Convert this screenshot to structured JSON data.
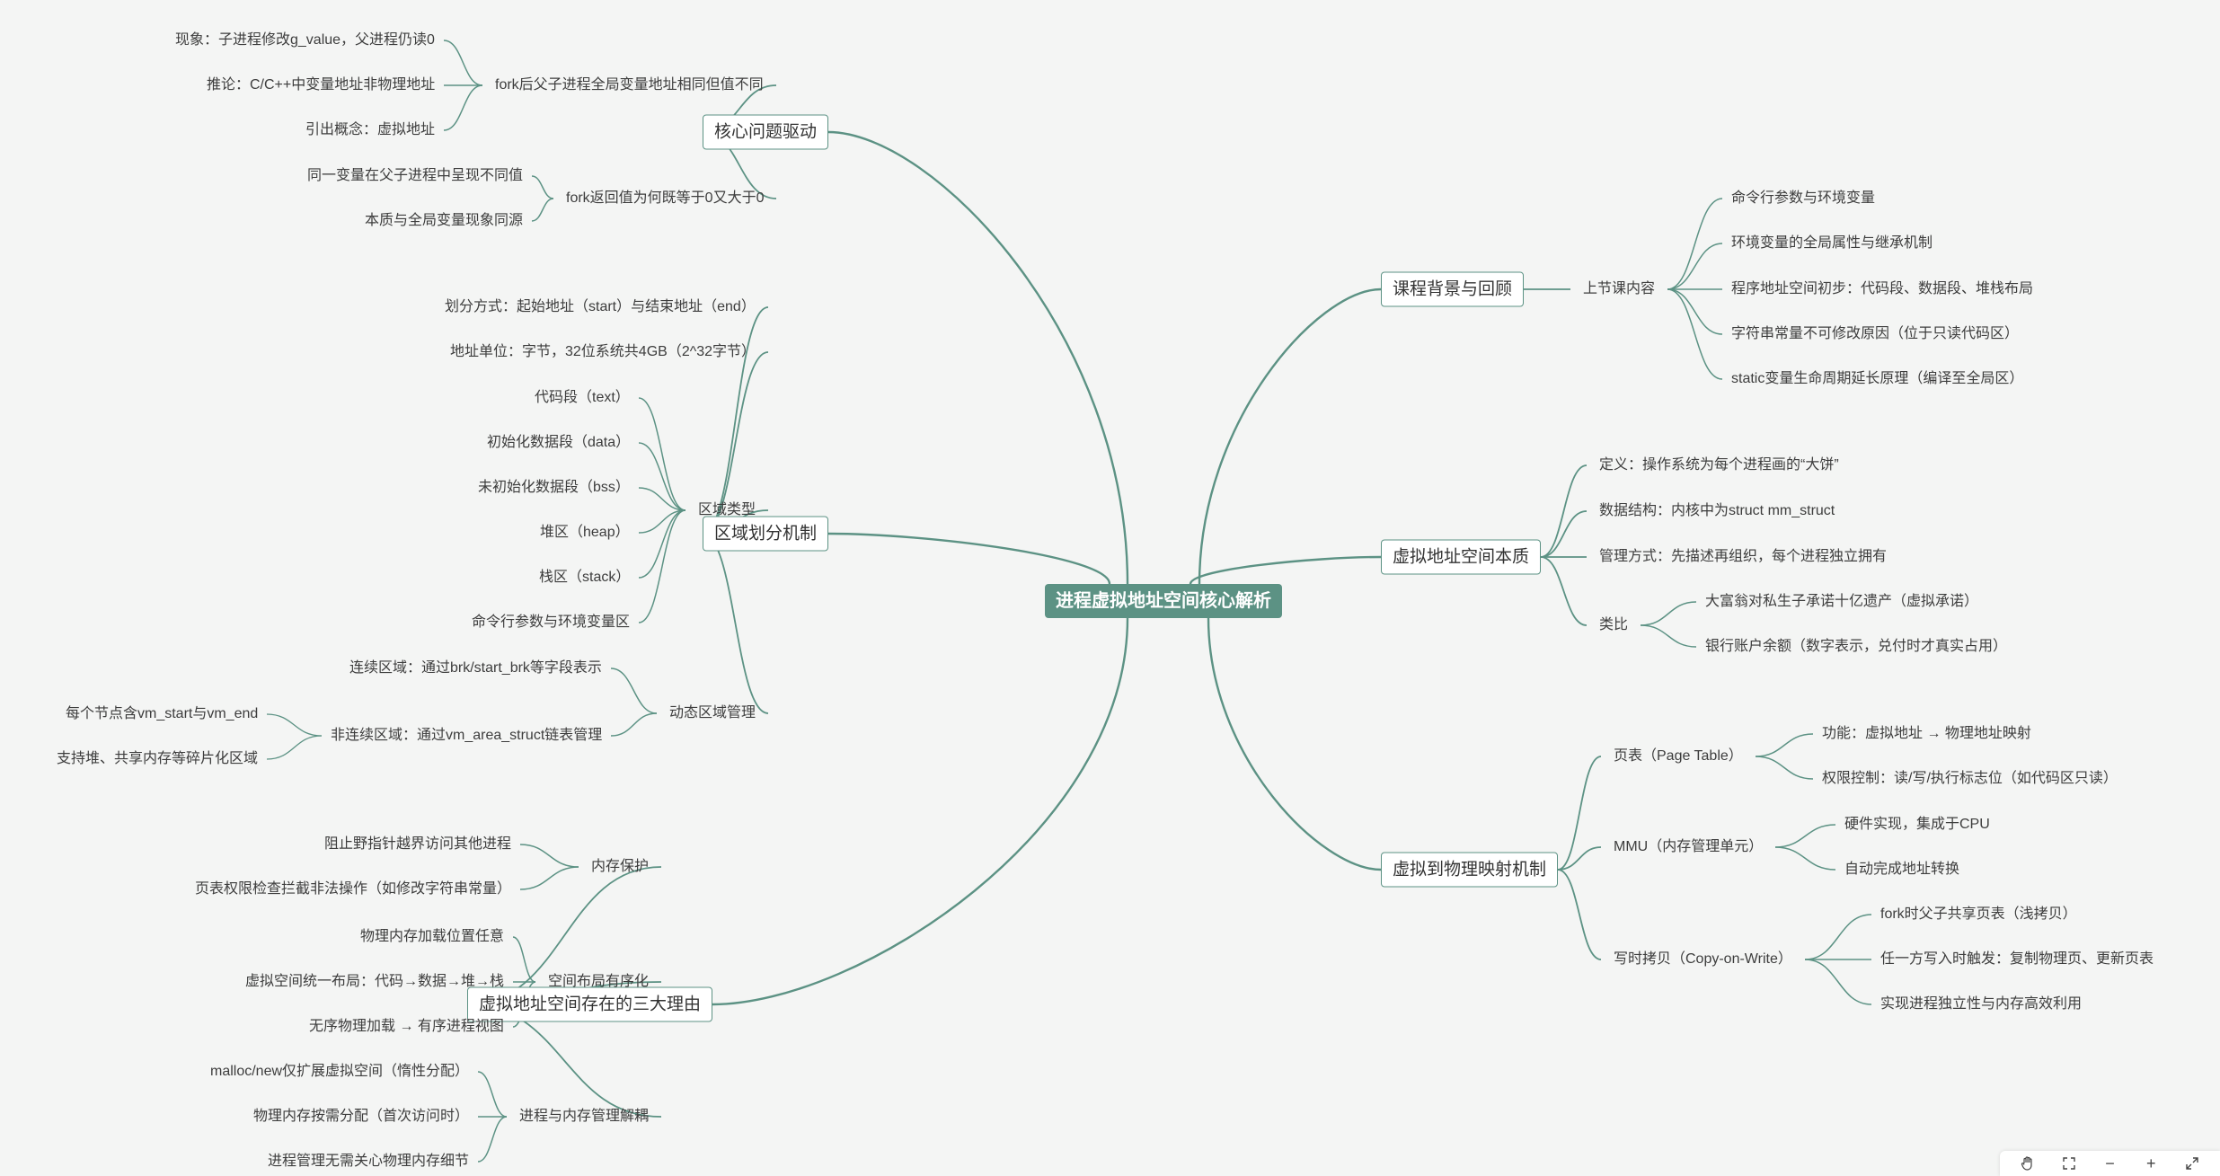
{
  "root": "进程虚拟地址空间核心解析",
  "colors": {
    "accent": "#5c9284",
    "line": "#5c9284",
    "background": "#f4f5f4"
  },
  "branches": [
    {
      "label": "核心问题驱动",
      "side": "left",
      "children": [
        {
          "label": "fork后父子进程全局变量地址相同但值不同",
          "children": [
            {
              "label": "现象：子进程修改g_value，父进程仍读0"
            },
            {
              "label": "推论：C/C++中变量地址非物理地址"
            },
            {
              "label": "引出概念：虚拟地址"
            }
          ]
        },
        {
          "label": "fork返回值为何既等于0又大于0",
          "children": [
            {
              "label": "同一变量在父子进程中呈现不同值"
            },
            {
              "label": "本质与全局变量现象同源"
            }
          ]
        }
      ]
    },
    {
      "label": "区域划分机制",
      "side": "left",
      "children": [
        {
          "label": "划分方式：起始地址（start）与结束地址（end）",
          "children": []
        },
        {
          "label": "地址单位：字节，32位系统共4GB（2^32字节）",
          "children": []
        },
        {
          "label": "区域类型",
          "children": [
            {
              "label": "代码段（text）"
            },
            {
              "label": "初始化数据段（data）"
            },
            {
              "label": "未初始化数据段（bss）"
            },
            {
              "label": "堆区（heap）"
            },
            {
              "label": "栈区（stack）"
            },
            {
              "label": "命令行参数与环境变量区"
            }
          ]
        },
        {
          "label": "动态区域管理",
          "children": [
            {
              "label": "连续区域：通过brk/start_brk等字段表示",
              "children": []
            },
            {
              "label": "非连续区域：通过vm_area_struct链表管理",
              "children": [
                {
                  "label": "每个节点含vm_start与vm_end"
                },
                {
                  "label": "支持堆、共享内存等碎片化区域"
                }
              ]
            }
          ]
        }
      ]
    },
    {
      "label": "虚拟地址空间存在的三大理由",
      "side": "left",
      "children": [
        {
          "label": "内存保护",
          "children": [
            {
              "label": "阻止野指针越界访问其他进程"
            },
            {
              "label": "页表权限检查拦截非法操作（如修改字符串常量）"
            }
          ]
        },
        {
          "label": "空间布局有序化",
          "children": [
            {
              "label": "物理内存加载位置任意"
            },
            {
              "label": "虚拟空间统一布局：代码→数据→堆→栈"
            },
            {
              "label": "无序物理加载 → 有序进程视图"
            }
          ]
        },
        {
          "label": "进程与内存管理解耦",
          "children": [
            {
              "label": "malloc/new仅扩展虚拟空间（惰性分配）"
            },
            {
              "label": "物理内存按需分配（首次访问时）"
            },
            {
              "label": "进程管理无需关心物理内存细节"
            }
          ]
        }
      ]
    },
    {
      "label": "课程背景与回顾",
      "side": "right",
      "children": [
        {
          "label": "上节课内容",
          "children": [
            {
              "label": "命令行参数与环境变量"
            },
            {
              "label": "环境变量的全局属性与继承机制"
            },
            {
              "label": "程序地址空间初步：代码段、数据段、堆栈布局"
            },
            {
              "label": "字符串常量不可修改原因（位于只读代码区）"
            },
            {
              "label": "static变量生命周期延长原理（编译至全局区）"
            }
          ]
        }
      ]
    },
    {
      "label": "虚拟地址空间本质",
      "side": "right",
      "children": [
        {
          "label": "定义：操作系统为每个进程画的“大饼”",
          "children": []
        },
        {
          "label": "数据结构：内核中为struct mm_struct",
          "children": []
        },
        {
          "label": "管理方式：先描述再组织，每个进程独立拥有",
          "children": []
        },
        {
          "label": "类比",
          "children": [
            {
              "label": "大富翁对私生子承诺十亿遗产（虚拟承诺）"
            },
            {
              "label": "银行账户余额（数字表示，兑付时才真实占用）"
            }
          ]
        }
      ]
    },
    {
      "label": "虚拟到物理映射机制",
      "side": "right",
      "children": [
        {
          "label": "页表（Page Table）",
          "children": [
            {
              "label": "功能：虚拟地址 → 物理地址映射"
            },
            {
              "label": "权限控制：读/写/执行标志位（如代码区只读）"
            }
          ]
        },
        {
          "label": "MMU（内存管理单元）",
          "children": [
            {
              "label": "硬件实现，集成于CPU"
            },
            {
              "label": "自动完成地址转换"
            }
          ]
        },
        {
          "label": "写时拷贝（Copy-on-Write）",
          "children": [
            {
              "label": "fork时父子共享页表（浅拷贝）"
            },
            {
              "label": "任一方写入时触发：复制物理页、更新页表"
            },
            {
              "label": "实现进程独立性与内存高效利用"
            }
          ]
        }
      ]
    }
  ],
  "toolbar": {
    "hand": "hand-icon",
    "fit": "fit-screen-icon",
    "zoom_out": "−",
    "zoom_in": "+",
    "fullscreen": "fullscreen-icon"
  }
}
